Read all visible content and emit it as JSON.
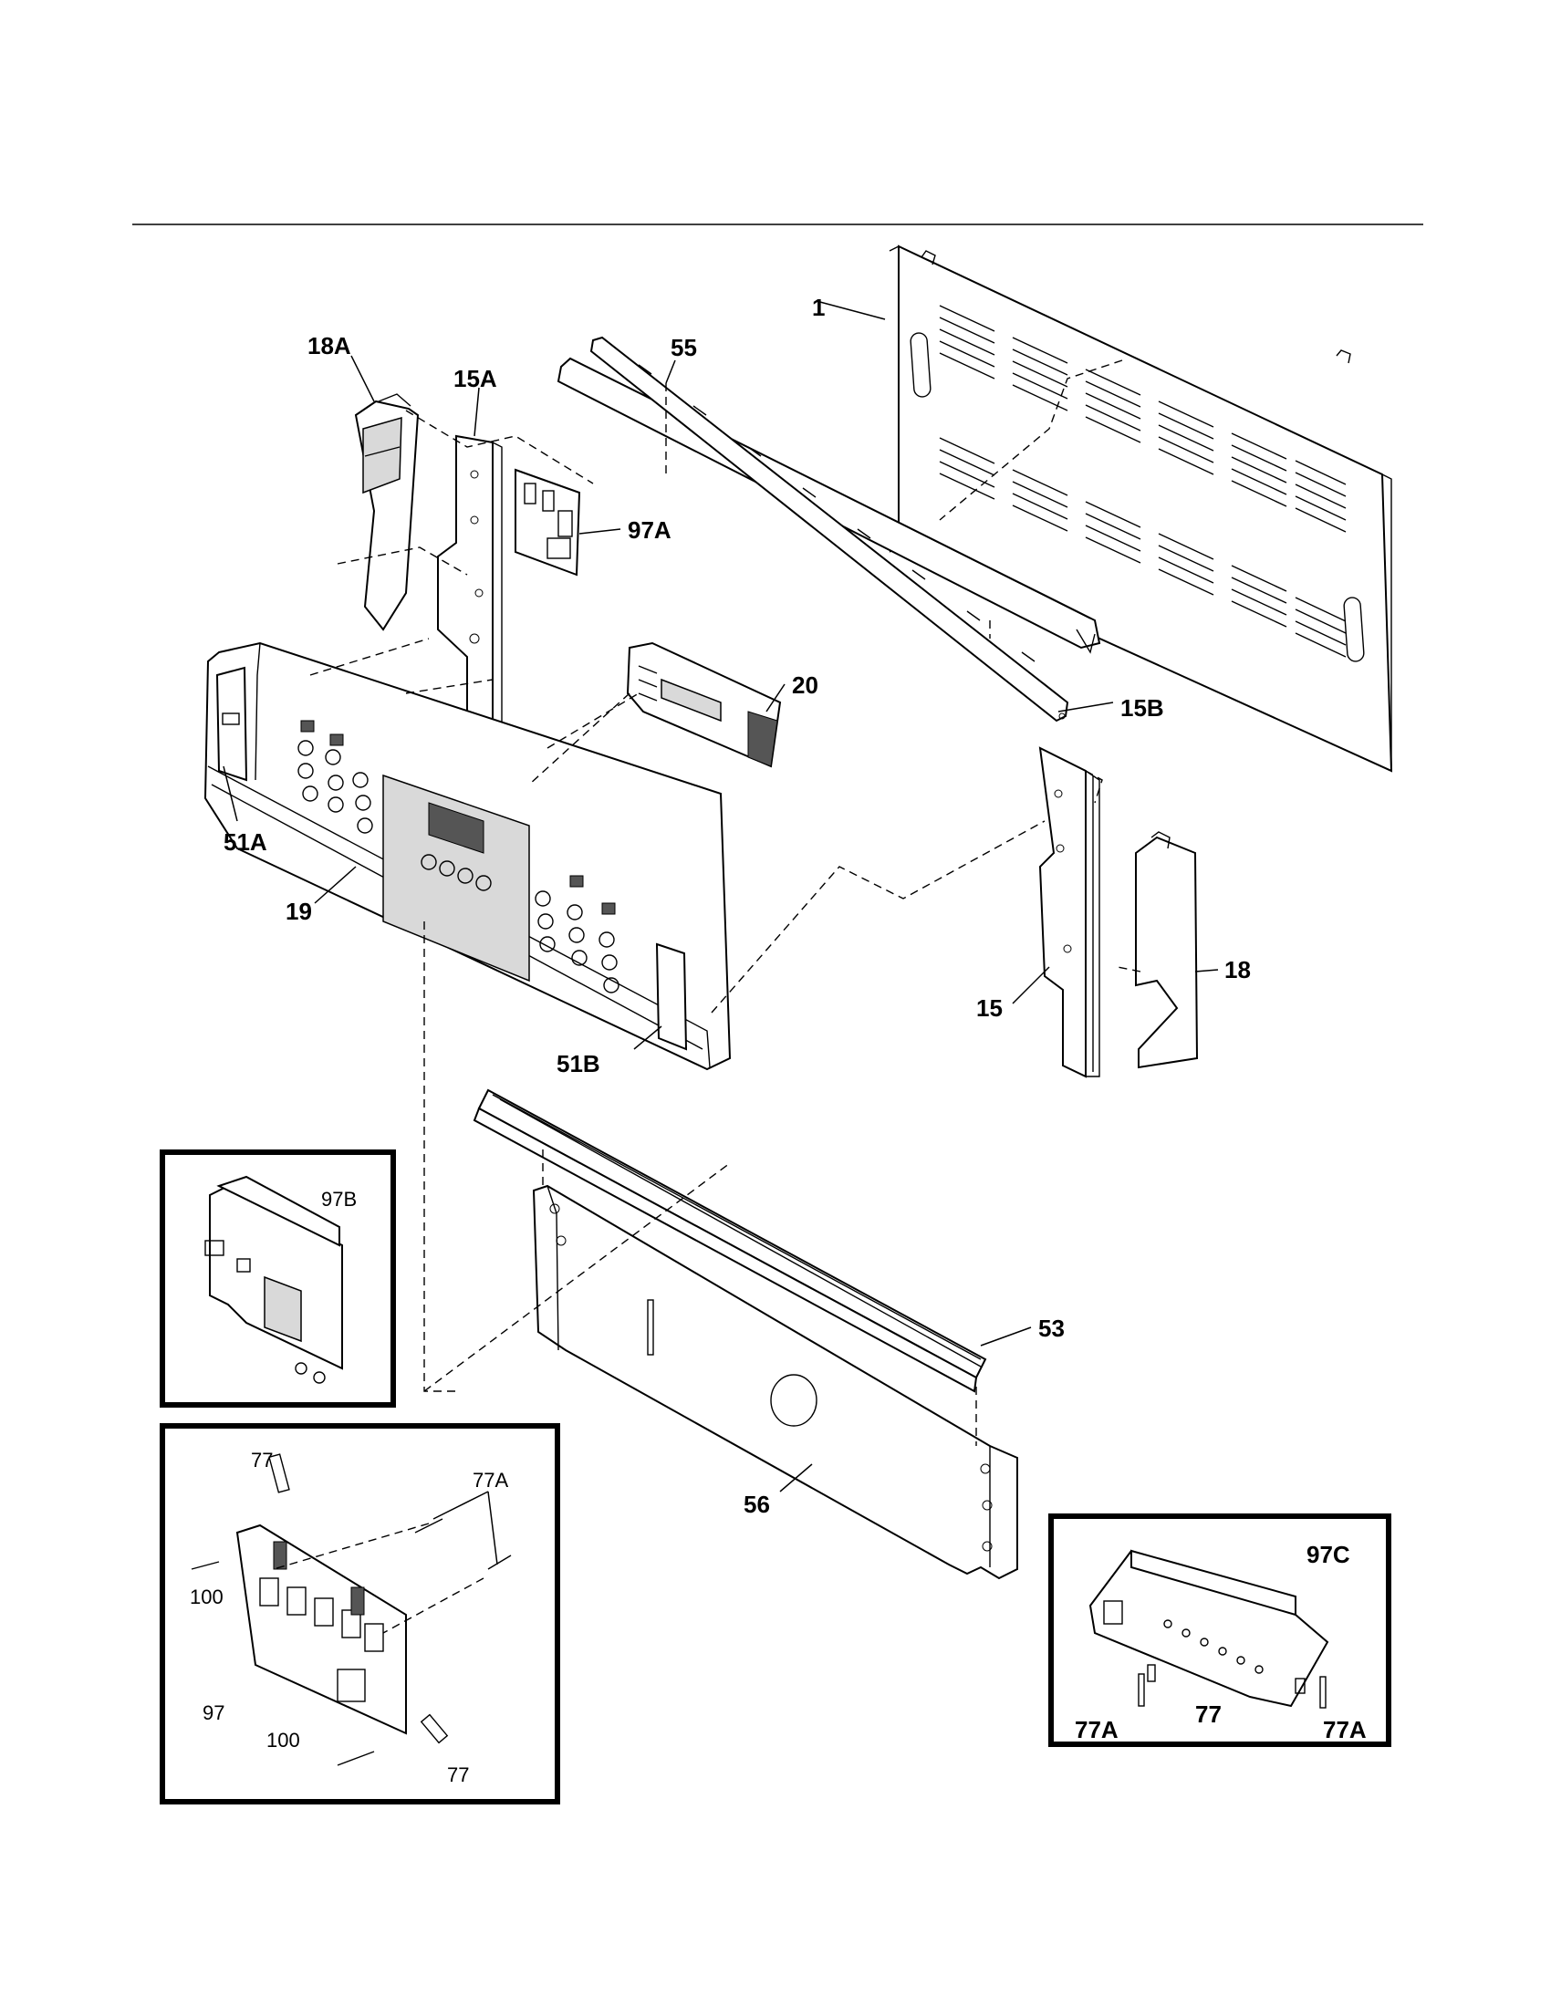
{
  "labels": {
    "p1": "1",
    "p15": "15",
    "p15a": "15A",
    "p15b": "15B",
    "p18": "18",
    "p18a": "18A",
    "p19": "19",
    "p20": "20",
    "p51a": "51A",
    "p51b": "51B",
    "p53": "53",
    "p55": "55",
    "p56": "56",
    "p97a": "97A",
    "inset_b": {
      "p97b": "97B"
    },
    "inset_97": {
      "p77_top": "77",
      "p77a": "77A",
      "p100_left": "100",
      "p97": "97",
      "p100_bottom": "100",
      "p77_bottom": "77"
    },
    "inset_c": {
      "p97c": "97C",
      "p77a_left": "77A",
      "p77": "77",
      "p77a_right": "77A"
    }
  }
}
